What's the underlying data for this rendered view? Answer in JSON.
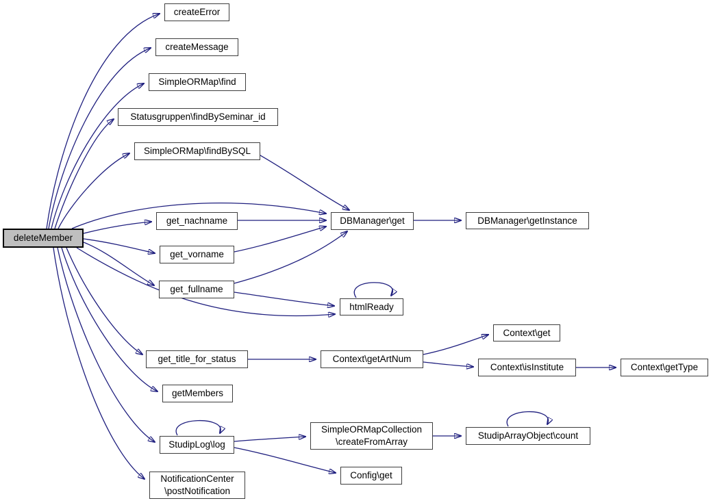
{
  "graph": {
    "type": "call-graph",
    "focus_node": "deleteMember",
    "edge_color": "#1e1e7e",
    "box_border_color": "#3d3d3d",
    "focus_fill": "#bfbfbf",
    "node_fill": "#ffffff",
    "nodes": [
      {
        "id": "deleteMember",
        "label": "deleteMember"
      },
      {
        "id": "createError",
        "label": "createError"
      },
      {
        "id": "createMessage",
        "label": "createMessage"
      },
      {
        "id": "SimpleORMap_find",
        "label": "SimpleORMap\\find"
      },
      {
        "id": "Statusgruppen_findBySeminar_id",
        "label": "Statusgruppen\\findBySeminar_id"
      },
      {
        "id": "SimpleORMap_findBySQL",
        "label": "SimpleORMap\\findBySQL"
      },
      {
        "id": "get_nachname",
        "label": "get_nachname"
      },
      {
        "id": "get_vorname",
        "label": "get_vorname"
      },
      {
        "id": "get_fullname",
        "label": "get_fullname"
      },
      {
        "id": "get_title_for_status",
        "label": "get_title_for_status"
      },
      {
        "id": "getMembers",
        "label": "getMembers"
      },
      {
        "id": "StudipLog_log",
        "label": "StudipLog\\log"
      },
      {
        "id": "NotificationCenter_postNotification",
        "label": "NotificationCenter\n\\postNotification"
      },
      {
        "id": "DBManager_get",
        "label": "DBManager\\get"
      },
      {
        "id": "htmlReady",
        "label": "htmlReady"
      },
      {
        "id": "Context_getArtNum",
        "label": "Context\\getArtNum"
      },
      {
        "id": "SimpleORMapCollection_createFromArray",
        "label": "SimpleORMapCollection\n\\createFromArray"
      },
      {
        "id": "Config_get",
        "label": "Config\\get"
      },
      {
        "id": "DBManager_getInstance",
        "label": "DBManager\\getInstance"
      },
      {
        "id": "Context_get",
        "label": "Context\\get"
      },
      {
        "id": "Context_isInstitute",
        "label": "Context\\isInstitute"
      },
      {
        "id": "StudipArrayObject_count",
        "label": "StudipArrayObject\\count"
      },
      {
        "id": "Context_getType",
        "label": "Context\\getType"
      }
    ],
    "edges": [
      {
        "from": "deleteMember",
        "to": "createError"
      },
      {
        "from": "deleteMember",
        "to": "createMessage"
      },
      {
        "from": "deleteMember",
        "to": "SimpleORMap_find"
      },
      {
        "from": "deleteMember",
        "to": "Statusgruppen_findBySeminar_id"
      },
      {
        "from": "deleteMember",
        "to": "SimpleORMap_findBySQL"
      },
      {
        "from": "deleteMember",
        "to": "DBManager_get"
      },
      {
        "from": "deleteMember",
        "to": "get_nachname"
      },
      {
        "from": "deleteMember",
        "to": "get_vorname"
      },
      {
        "from": "deleteMember",
        "to": "get_fullname"
      },
      {
        "from": "deleteMember",
        "to": "htmlReady"
      },
      {
        "from": "deleteMember",
        "to": "get_title_for_status"
      },
      {
        "from": "deleteMember",
        "to": "getMembers"
      },
      {
        "from": "deleteMember",
        "to": "StudipLog_log"
      },
      {
        "from": "deleteMember",
        "to": "NotificationCenter_postNotification"
      },
      {
        "from": "get_nachname",
        "to": "DBManager_get"
      },
      {
        "from": "get_vorname",
        "to": "DBManager_get"
      },
      {
        "from": "get_fullname",
        "to": "DBManager_get"
      },
      {
        "from": "get_fullname",
        "to": "htmlReady"
      },
      {
        "from": "SimpleORMap_findBySQL",
        "to": "DBManager_get"
      },
      {
        "from": "DBManager_get",
        "to": "DBManager_getInstance"
      },
      {
        "from": "htmlReady",
        "to": "htmlReady"
      },
      {
        "from": "get_title_for_status",
        "to": "Context_getArtNum"
      },
      {
        "from": "Context_getArtNum",
        "to": "Context_get"
      },
      {
        "from": "Context_getArtNum",
        "to": "Context_isInstitute"
      },
      {
        "from": "Context_isInstitute",
        "to": "Context_getType"
      },
      {
        "from": "StudipLog_log",
        "to": "StudipLog_log"
      },
      {
        "from": "StudipLog_log",
        "to": "SimpleORMapCollection_createFromArray"
      },
      {
        "from": "StudipLog_log",
        "to": "Config_get"
      },
      {
        "from": "SimpleORMapCollection_createFromArray",
        "to": "StudipArrayObject_count"
      },
      {
        "from": "StudipArrayObject_count",
        "to": "StudipArrayObject_count"
      }
    ]
  }
}
